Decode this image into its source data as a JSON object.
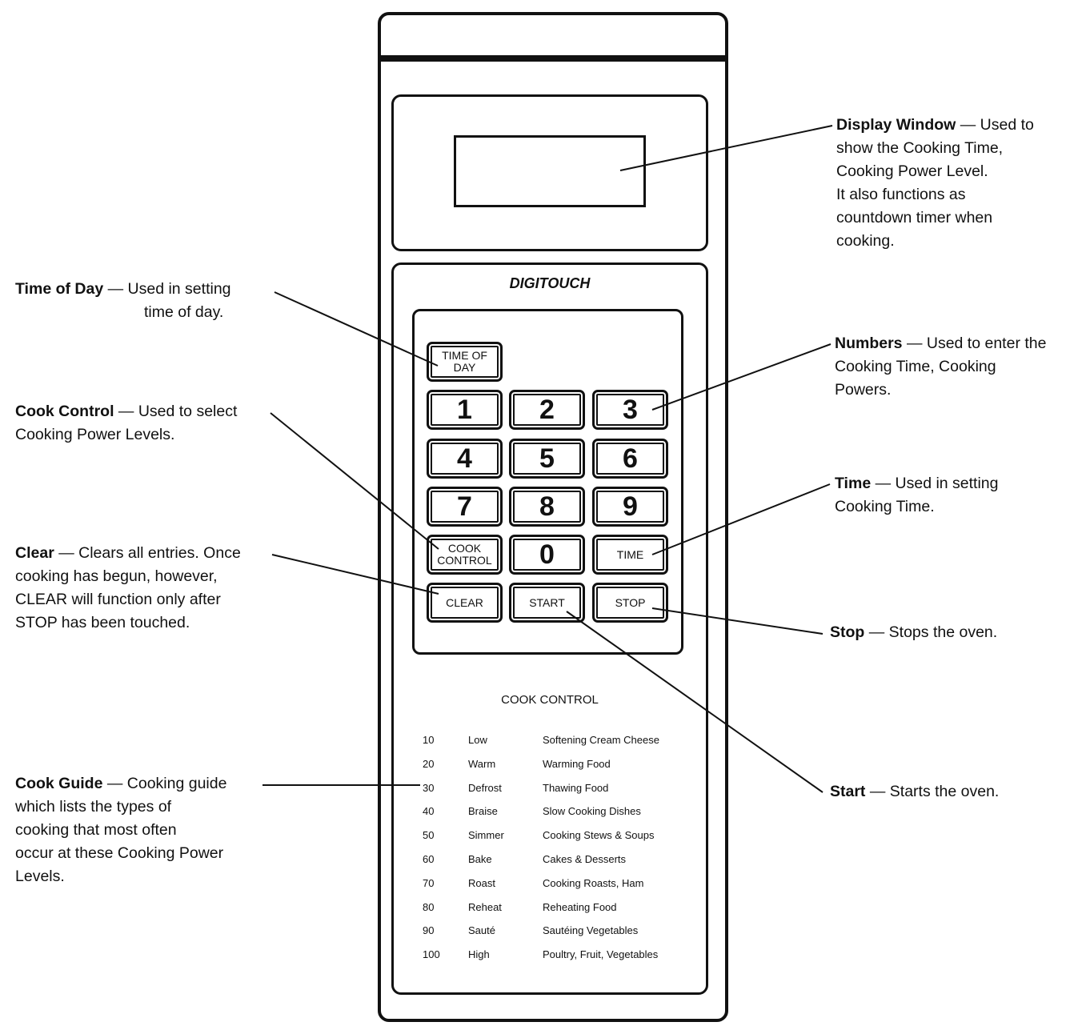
{
  "panel": {
    "brand": "DIGITOUCH",
    "keys": {
      "time_of_day": "TIME OF\nDAY",
      "k1": "1",
      "k2": "2",
      "k3": "3",
      "k4": "4",
      "k5": "5",
      "k6": "6",
      "k7": "7",
      "k8": "8",
      "k9": "9",
      "cook_control": "COOK\nCONTROL",
      "k0": "0",
      "time": "TIME",
      "clear": "CLEAR",
      "start": "START",
      "stop": "STOP"
    }
  },
  "cook_guide": {
    "title": "COOK CONTROL",
    "rows": [
      {
        "level": "10",
        "name": "Low",
        "use": "Softening Cream Cheese"
      },
      {
        "level": "20",
        "name": "Warm",
        "use": "Warming Food"
      },
      {
        "level": "30",
        "name": "Defrost",
        "use": "Thawing Food"
      },
      {
        "level": "40",
        "name": "Braise",
        "use": "Slow Cooking Dishes"
      },
      {
        "level": "50",
        "name": "Simmer",
        "use": "Cooking Stews & Soups"
      },
      {
        "level": "60",
        "name": "Bake",
        "use": "Cakes & Desserts"
      },
      {
        "level": "70",
        "name": "Roast",
        "use": "Cooking Roasts, Ham"
      },
      {
        "level": "80",
        "name": "Reheat",
        "use": "Reheating Food"
      },
      {
        "level": "90",
        "name": "Sauté",
        "use": "Sautéing Vegetables"
      },
      {
        "level": "100",
        "name": "High",
        "use": "Poultry, Fruit, Vegetables"
      }
    ]
  },
  "annotations": {
    "display_window": {
      "term": "Display Window",
      "lines": [
        "— Used to",
        "show the Cooking Time,",
        "Cooking Power Level.",
        "It also functions as",
        "countdown timer when",
        "cooking."
      ]
    },
    "time_of_day": {
      "term": "Time of Day",
      "lines": [
        "— Used in setting",
        "time of day."
      ]
    },
    "numbers": {
      "term": "Numbers",
      "lines": [
        "— Used to enter the",
        "Cooking Time, Cooking",
        "Powers."
      ]
    },
    "cook_control": {
      "term": "Cook Control",
      "lines": [
        "— Used to select",
        "Cooking Power Levels."
      ]
    },
    "time": {
      "term": "Time",
      "lines": [
        "— Used in setting",
        "Cooking Time."
      ]
    },
    "clear": {
      "term": "Clear",
      "lines": [
        "— Clears all entries. Once",
        "cooking has begun, however,",
        "CLEAR will function only after",
        "STOP has been touched."
      ]
    },
    "stop": {
      "term": "Stop",
      "lines": [
        "— Stops the oven."
      ]
    },
    "start": {
      "term": "Start",
      "lines": [
        "— Starts the oven."
      ]
    },
    "cook_guide": {
      "term": "Cook Guide",
      "lines": [
        "— Cooking guide",
        "which lists the types of",
        "cooking that most often",
        "occur at these Cooking Power",
        "Levels."
      ]
    }
  }
}
